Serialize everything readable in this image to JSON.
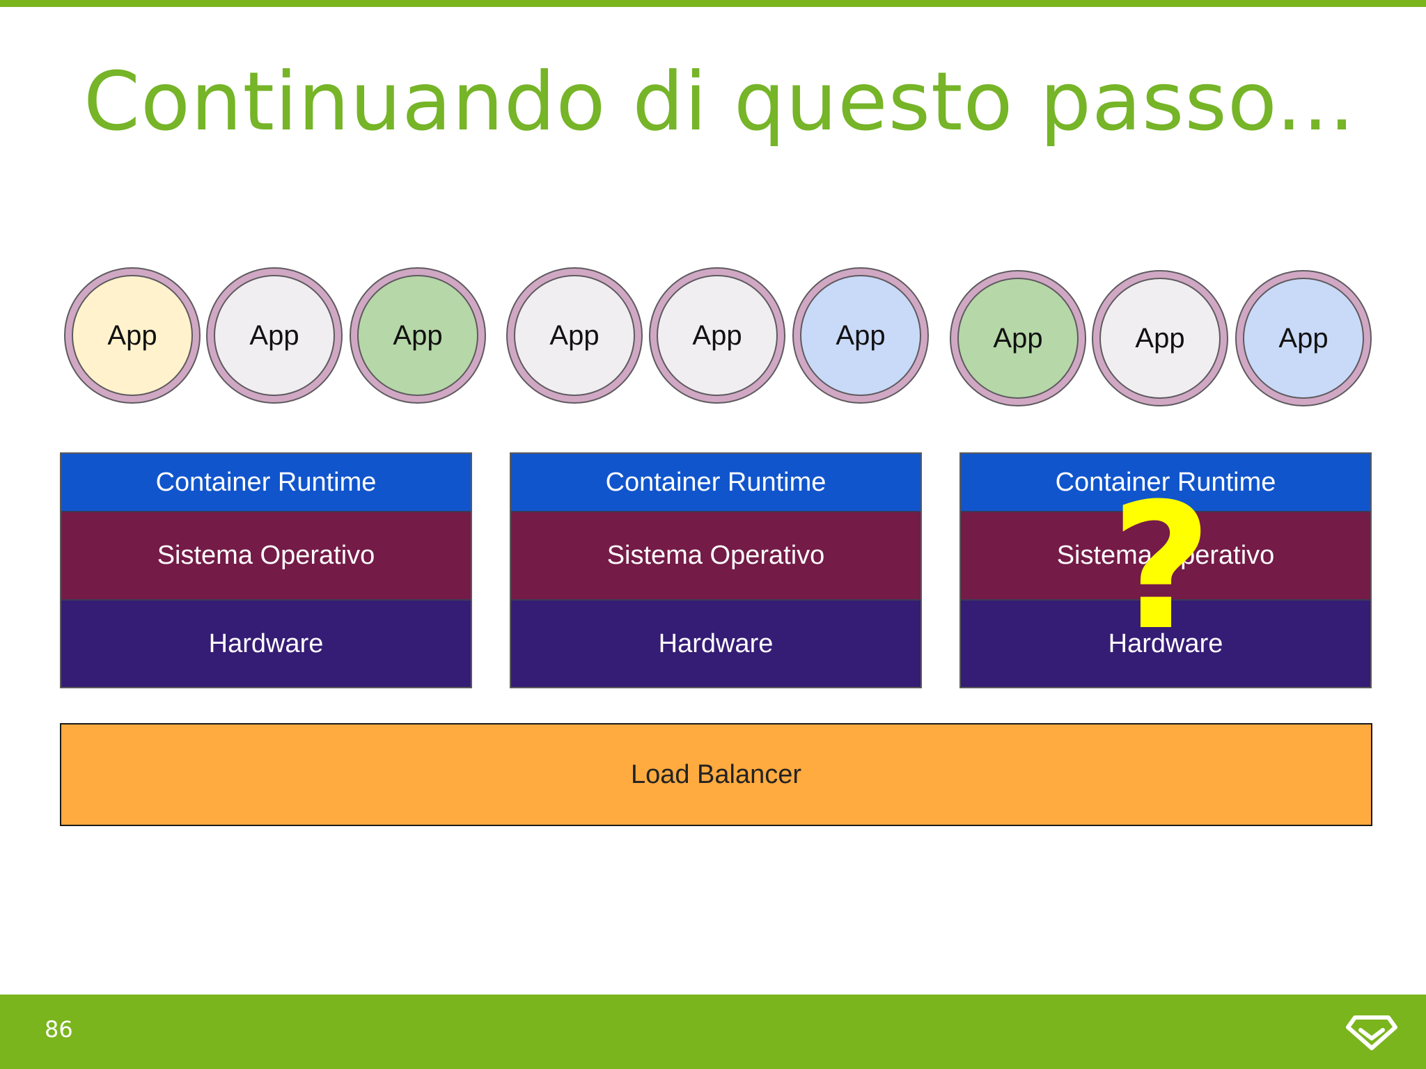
{
  "title": "Continuando di questo passo...",
  "app_label": "App",
  "apps": [
    {
      "label": "App",
      "color": "#fff2cc"
    },
    {
      "label": "App",
      "color": "#f0eef0"
    },
    {
      "label": "App",
      "color": "#b6d7a8"
    },
    {
      "label": "App",
      "color": "#f0eef0"
    },
    {
      "label": "App",
      "color": "#f0eef0"
    },
    {
      "label": "App",
      "color": "#c9daf8"
    },
    {
      "label": "App",
      "color": "#b6d7a8"
    },
    {
      "label": "App",
      "color": "#f0eef0"
    },
    {
      "label": "App",
      "color": "#c9daf8"
    }
  ],
  "servers": [
    {
      "runtime": "Container Runtime",
      "os": "Sistema Operativo",
      "hardware": "Hardware"
    },
    {
      "runtime": "Container Runtime",
      "os": "Sistema Operativo",
      "hardware": "Hardware"
    },
    {
      "runtime": "Container Runtime",
      "os": "Sistema Operativo",
      "hardware": "Hardware"
    }
  ],
  "question_mark": "?",
  "load_balancer": "Load Balancer",
  "page_number": "86",
  "colors": {
    "accent_green": "#7ab51d",
    "title_green": "#76b428",
    "runtime_blue": "#1155cc",
    "os_maroon": "#741b47",
    "hardware_purple": "#351c75",
    "load_balancer_orange": "#ffab40",
    "question_yellow": "#ffff00",
    "app_ring": "#d0a8c4"
  }
}
